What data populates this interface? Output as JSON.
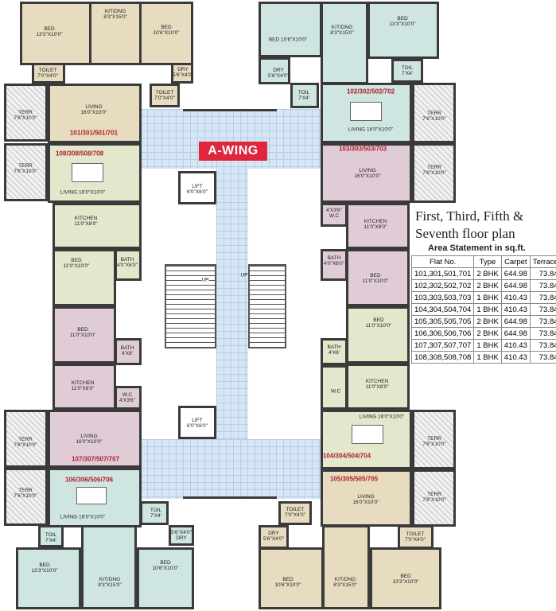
{
  "title": {
    "line1": "First, Third, Fifth &",
    "line2": "Seventh floor plan"
  },
  "wing_label": "A-WING",
  "area_statement": {
    "heading": "Area Statement in sq.ft.",
    "columns": [
      "Flat No.",
      "Type",
      "Carpet",
      "Terrace"
    ],
    "rows": [
      [
        "101,301,501,701",
        "2 BHK",
        "644.98",
        "73.84"
      ],
      [
        "102,302,502,702",
        "2 BHK",
        "644.98",
        "73.84"
      ],
      [
        "103,303,503,703",
        "1 BHK",
        "410.43",
        "73.84"
      ],
      [
        "104,304,504,704",
        "1 BHK",
        "410.43",
        "73.84"
      ],
      [
        "105,305,505,705",
        "2 BHK",
        "644.98",
        "73.84"
      ],
      [
        "106,306,506,706",
        "2 BHK",
        "644.98",
        "73.84"
      ],
      [
        "107,307,507,707",
        "1 BHK",
        "410.43",
        "73.84"
      ],
      [
        "108,308,508,708",
        "1 BHK",
        "410.43",
        "73.84"
      ]
    ]
  },
  "flat_numbers": {
    "f101": "101/301/501/701",
    "f102": "102/302/502/702",
    "f103": "103/303/503/703",
    "f104": "104/304/504/704",
    "f105": "105/305/505/705",
    "f106": "106/306/506/706",
    "f107": "107/307/507/707",
    "f108": "108/308/508/708"
  },
  "rooms": {
    "bed": "BED",
    "kitdng": "KIT/DNG",
    "toilet": "TOILET",
    "toil": "TOIL",
    "dry": "DRY",
    "living": "LIVING",
    "terr": "TERR",
    "kitchen": "KITCHEN",
    "bath": "BATH",
    "wc": "W.C",
    "lift": "LIFT",
    "up": "UP"
  },
  "dims": {
    "d13x10": "13'3\"X10'0\"",
    "d8x15": "8'3\"X15'0\"",
    "d10x10": "10'6\"X10'0\"",
    "d7x4": "7'0\"X4'0\"",
    "d5x4": "5'6\"X4'0\"",
    "d16x10": "16'0\"X10'0\"",
    "d7x10": "7'6\"X10'0\"",
    "d11x8": "11'0\"X8'0\"",
    "d11x10": "11'0\"X10'0\"",
    "d4x6": "4'0\"X6'0\"",
    "d4x3": "4'X3'6\"",
    "d6x6": "6'0\"X6'0\"",
    "d7x4b": "7'X4'",
    "d4x6b": "4'X6'"
  }
}
